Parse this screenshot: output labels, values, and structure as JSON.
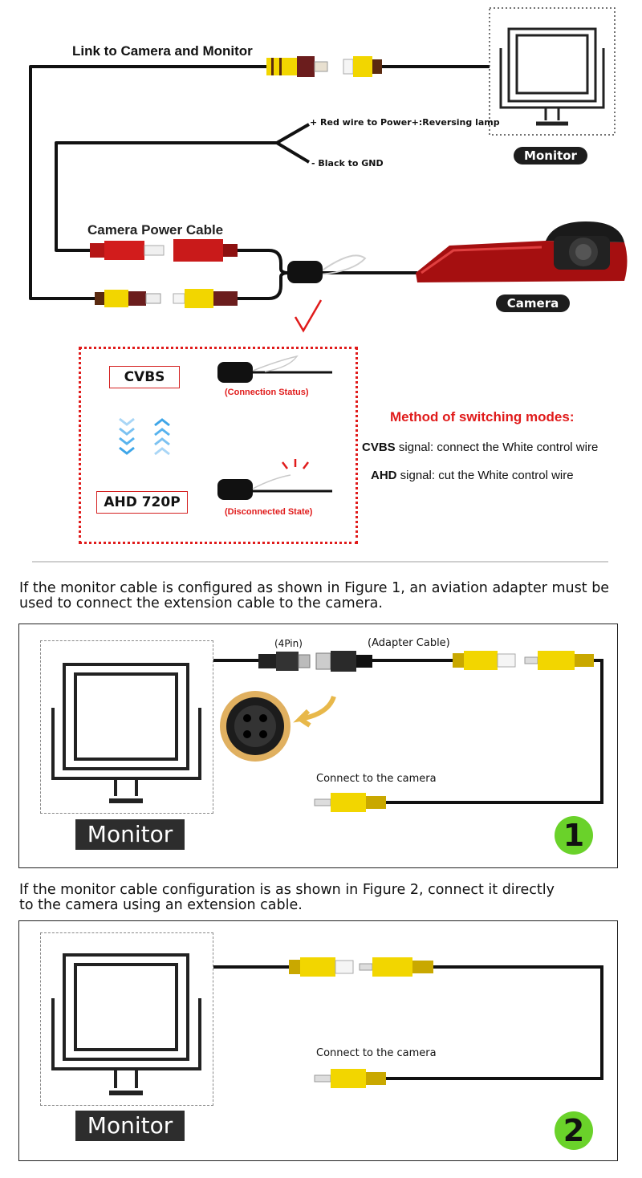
{
  "top": {
    "link_label": "Link to Camera and Monitor",
    "power_plus": "+ Red wire to Power+:Reversing lamp",
    "power_minus": "- Black to GND",
    "camera_power_cable": "Camera Power Cable",
    "monitor_label": "Monitor",
    "camera_label": "Camera"
  },
  "modes": {
    "cvbs_label": "CVBS",
    "ahd_label": "AHD 720P",
    "connection_status": "(Connection Status)",
    "disconnected_state": "(Disconnected State)",
    "method_title": "Method of switching modes:",
    "cvbs_key": "CVBS",
    "cvbs_text": " signal: connect the White control wire",
    "ahd_key": "AHD",
    "ahd_text": " signal: cut the White control wire"
  },
  "figure1": {
    "caption_line1": "If the monitor cable is configured as shown in Figure 1, an aviation adapter must be",
    "caption_line2": "used to connect the extension cable to the camera.",
    "pin_label": "(4Pin)",
    "adapter_label": "(Adapter Cable)",
    "connect_label": "Connect to the camera",
    "monitor_label": "Monitor",
    "badge": "1"
  },
  "figure2": {
    "caption_line1": "If the monitor cable configuration is as shown in Figure 2, connect it directly",
    "caption_line2": "to the camera using an extension cable.",
    "connect_label": "Connect to the camera",
    "monitor_label": "Monitor",
    "badge": "2"
  },
  "colors": {
    "accent_red": "#e01b1b",
    "rca_yellow": "#f2d600",
    "badge_green": "#6ad22a",
    "label_dark": "#2d2d2d"
  }
}
